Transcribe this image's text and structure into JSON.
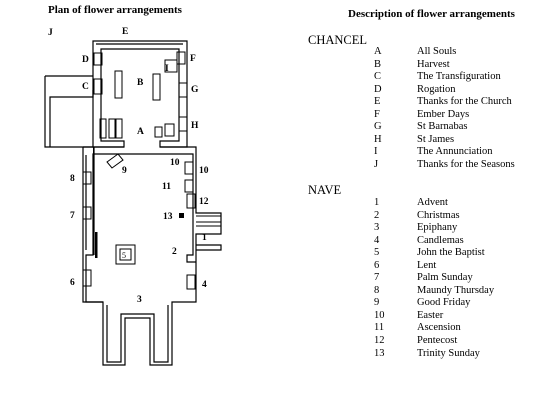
{
  "plan_title": "Plan of flower arrangements",
  "description_title": "Description of flower arrangements",
  "chancel": {
    "heading": "CHANCEL",
    "items": [
      {
        "code": "A",
        "name": "All Souls"
      },
      {
        "code": "B",
        "name": "Harvest"
      },
      {
        "code": "C",
        "name": "The Transfiguration"
      },
      {
        "code": "D",
        "name": "Rogation"
      },
      {
        "code": "E",
        "name": "Thanks for the Church"
      },
      {
        "code": "F",
        "name": "Ember Days"
      },
      {
        "code": "G",
        "name": "St Barnabas"
      },
      {
        "code": "H",
        "name": "St James"
      },
      {
        "code": "I",
        "name": "The Annunciation"
      },
      {
        "code": "J",
        "name": "Thanks for the Seasons"
      }
    ]
  },
  "nave": {
    "heading": "NAVE",
    "items": [
      {
        "code": "1",
        "name": "Advent"
      },
      {
        "code": "2",
        "name": "Christmas"
      },
      {
        "code": "3",
        "name": "Epiphany"
      },
      {
        "code": "4",
        "name": "Candlemas"
      },
      {
        "code": "5",
        "name": "John the Baptist"
      },
      {
        "code": "6",
        "name": "Lent"
      },
      {
        "code": "7",
        "name": "Palm Sunday"
      },
      {
        "code": "8",
        "name": "Maundy Thursday"
      },
      {
        "code": "9",
        "name": "Good Friday"
      },
      {
        "code": "10",
        "name": "Easter"
      },
      {
        "code": "11",
        "name": "Ascension"
      },
      {
        "code": "12",
        "name": "Pentecost"
      },
      {
        "code": "13",
        "name": "Trinity Sunday"
      }
    ]
  },
  "plan_labels": {
    "J": "J",
    "E": "E",
    "D": "D",
    "F": "F",
    "I": "I",
    "B": "B",
    "C": "C",
    "G": "G",
    "A": "A",
    "H": "H",
    "n1": "1",
    "n2": "2",
    "n3": "3",
    "n4": "4",
    "n5": "5",
    "n6": "6",
    "n7": "7",
    "n8": "8",
    "n9": "9",
    "n10": "10",
    "n11": "11",
    "n12": "12",
    "n13": "13"
  }
}
